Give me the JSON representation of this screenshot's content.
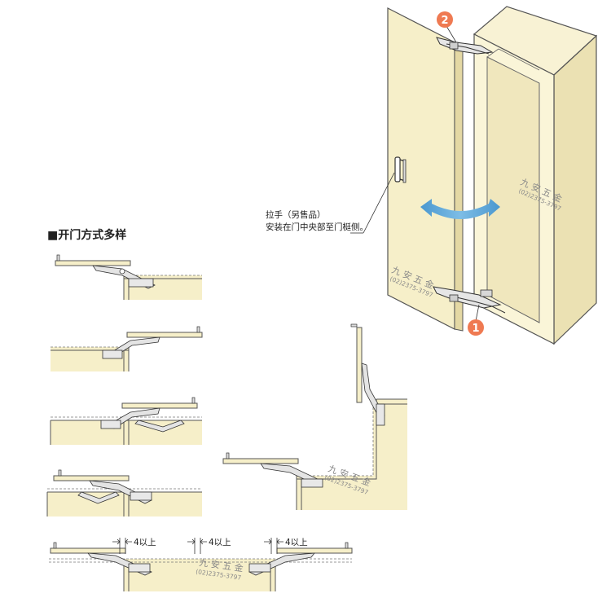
{
  "heading": "■开门方式多样",
  "handle_callout": {
    "line1": "拉手（另售品）",
    "line2": "安装在门中央部至门梃侧。"
  },
  "markers": {
    "top": "2",
    "bottom": "1"
  },
  "watermark": {
    "name": "九 安 五 金",
    "phone": "(02)2375-3797"
  },
  "gap_label": "4以上",
  "colors": {
    "panel": "#f6efc9",
    "panel_side": "#ece3b6",
    "cabinet": "#faf5d8",
    "outline": "#555555",
    "arrow": "#5aa5d6",
    "marker": "#ef7a52"
  }
}
